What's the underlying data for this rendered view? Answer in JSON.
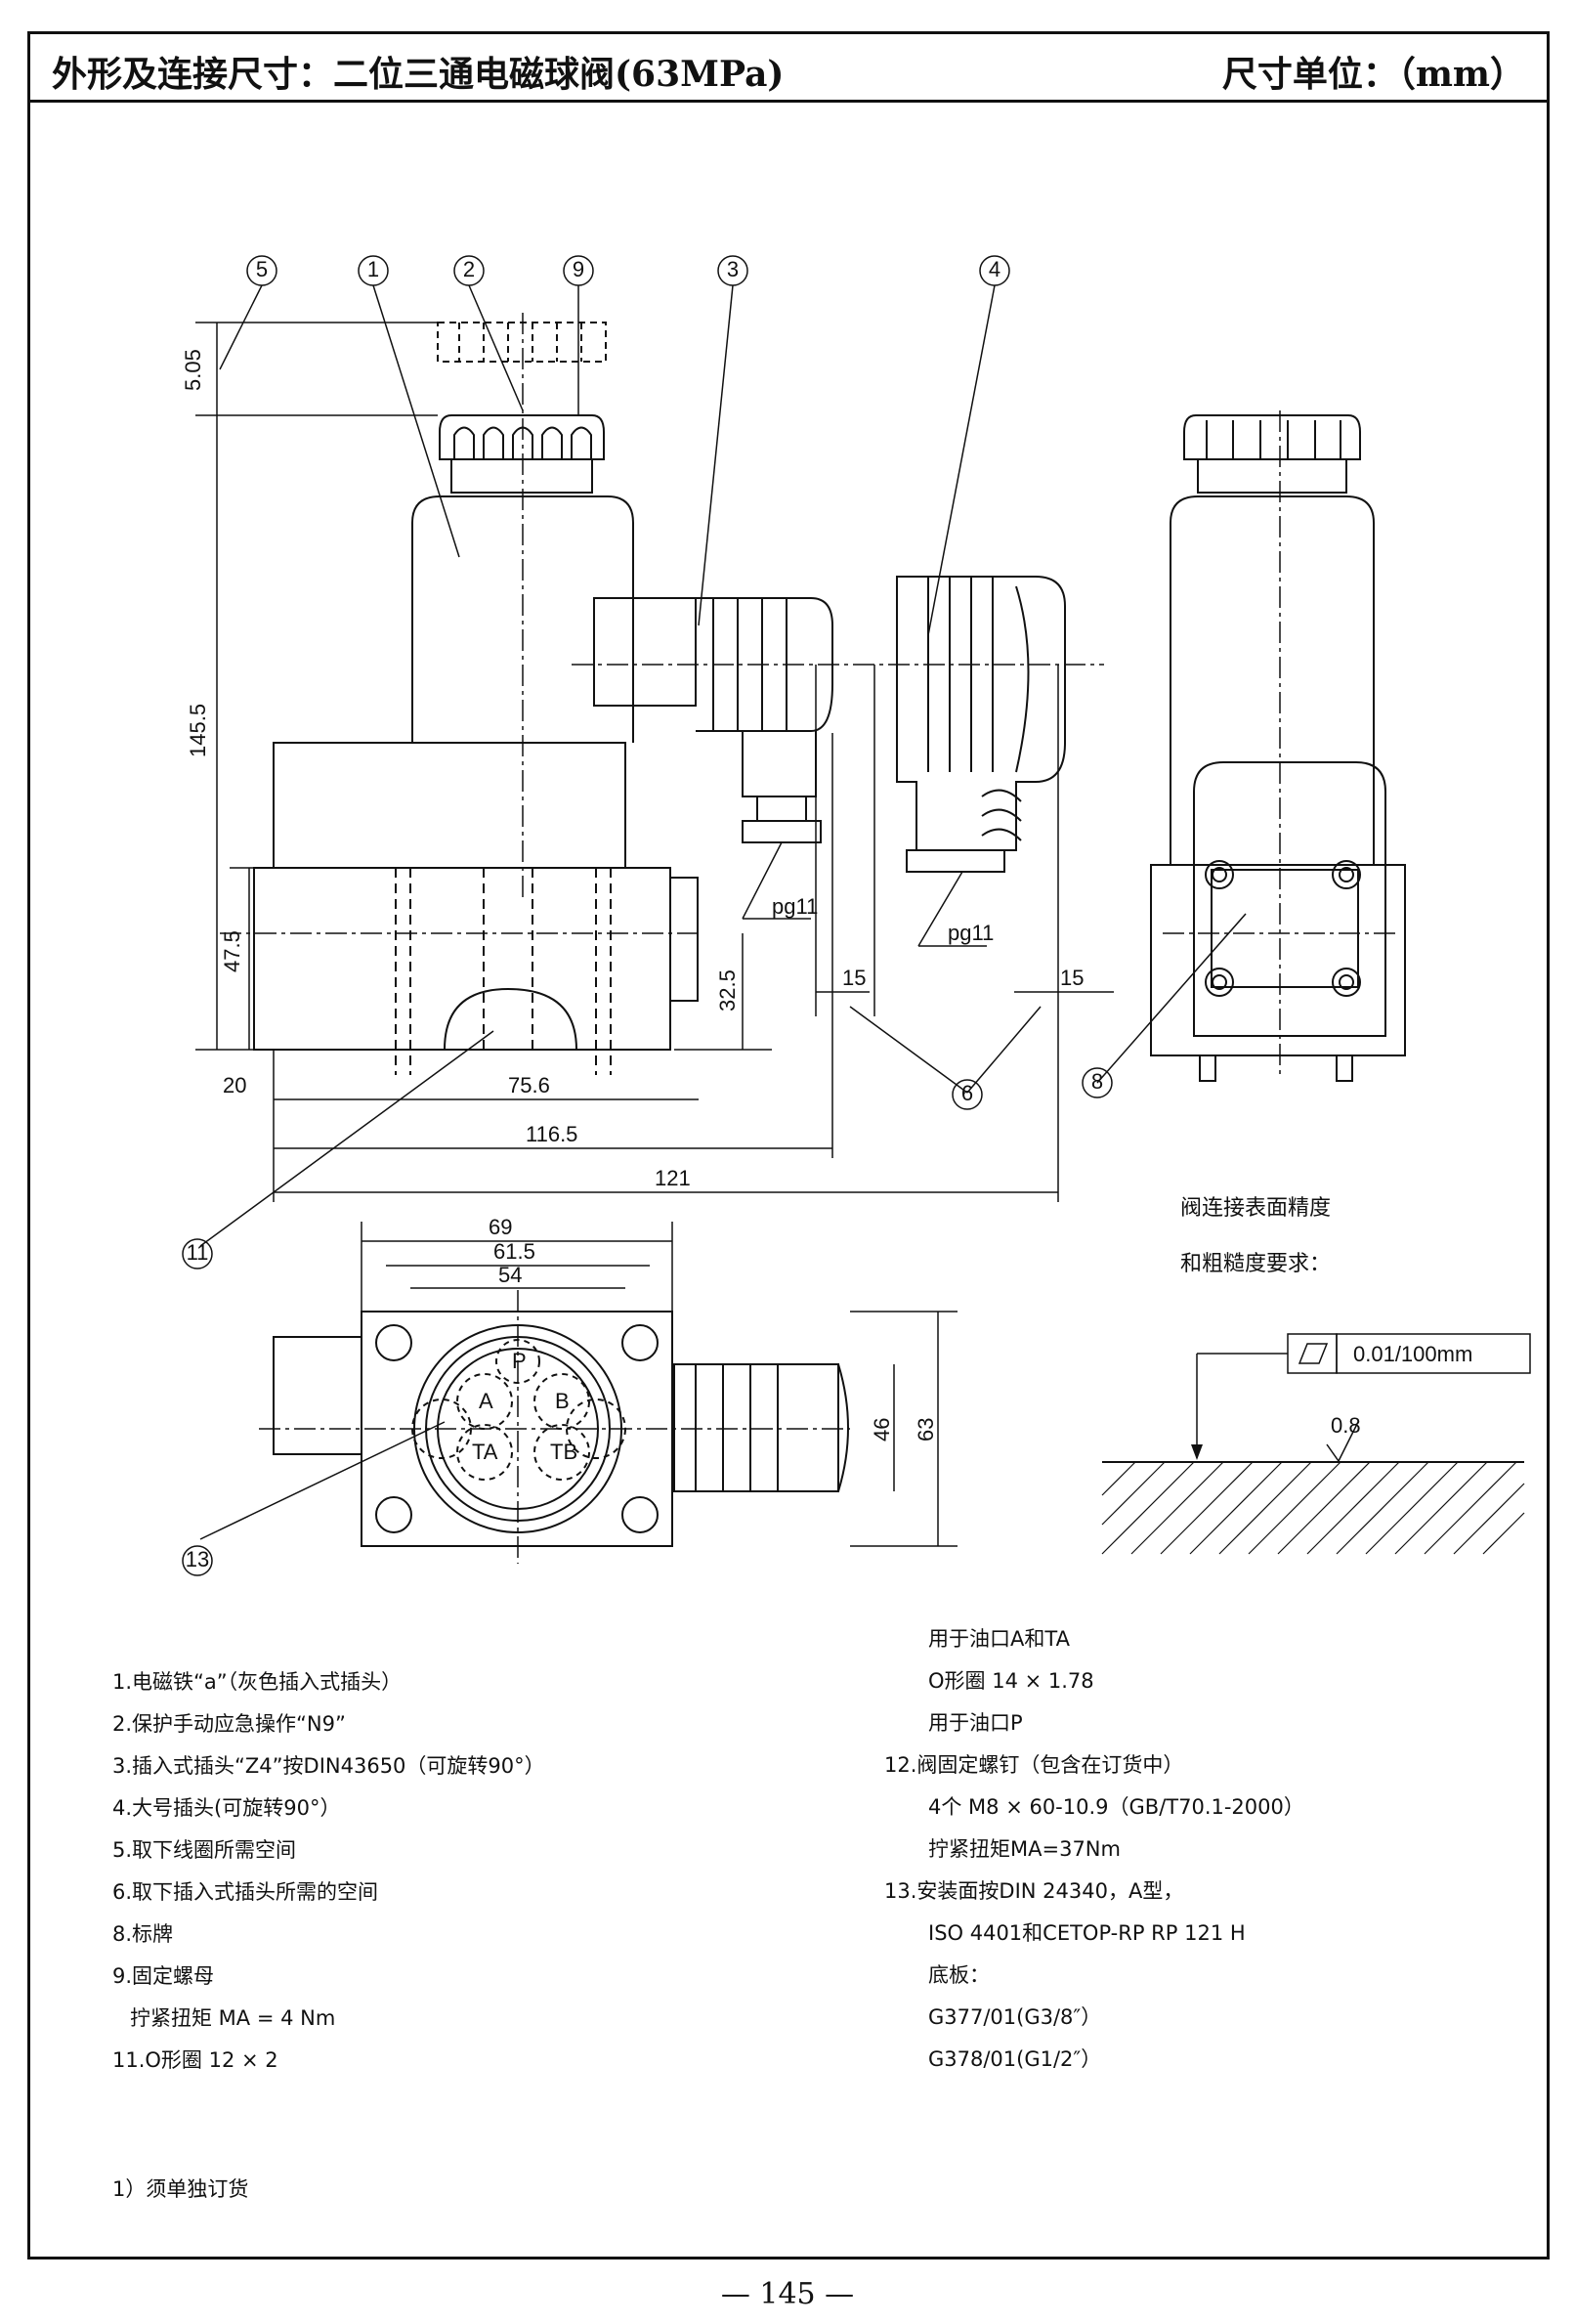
{
  "header": {
    "title": "外形及连接尺寸：二位三通电磁球阀(63MPa)",
    "unit": "尺寸单位：（mm）"
  },
  "callouts": [
    "5",
    "1",
    "2",
    "9",
    "3",
    "4",
    "6",
    "8",
    "11",
    "13"
  ],
  "dimensions": {
    "d_505": "5.05",
    "d_1455": "145.5",
    "d_475": "47.5",
    "d_325": "32.5",
    "d_15a": "15",
    "d_15b": "15",
    "d_20": "20",
    "d_756": "75.6",
    "d_1165": "116.5",
    "d_121": "121",
    "d_69": "69",
    "d_615": "61.5",
    "d_54": "54",
    "d_46": "46",
    "d_63": "63",
    "pg11a": "pg11",
    "pg11b": "pg11"
  },
  "ports": [
    "A",
    "B",
    "TA",
    "TB",
    "P"
  ],
  "surface_req": {
    "line1": "阀连接表面精度",
    "line2": "和粗糙度要求：",
    "flatness": "0.01/100mm",
    "roughness": "0.8"
  },
  "notes_left": [
    "1.电磁铁“a”（灰色插入式插头）",
    "2.保护手动应急操作“N9”",
    "3.插入式插头“Z4”按DIN43650（可旋转90°）",
    "4.大号插头(可旋转90°）",
    "5.取下线圈所需空间",
    "6.取下插入式插头所需的空间",
    "8.标牌",
    "9.固定螺母",
    "拧紧扭矩 MA = 4 Nm",
    "11.O形圈 12 × 2"
  ],
  "footnote": "1）须单独订货",
  "notes_right": [
    "用于油口A和TA",
    "O形圈 14 × 1.78",
    "用于油口P",
    "12.阀固定螺钉（包含在订货中）",
    "4个 M8 × 60-10.9（GB/T70.1-2000）",
    "拧紧扭矩MA=37Nm",
    "13.安装面按DIN 24340，A型，",
    "ISO 4401和CETOP-RP RP 121 H",
    "底板：",
    "G377/01(G3/8″）",
    "G378/01(G1/2″）"
  ],
  "page_number": "— 145 —"
}
